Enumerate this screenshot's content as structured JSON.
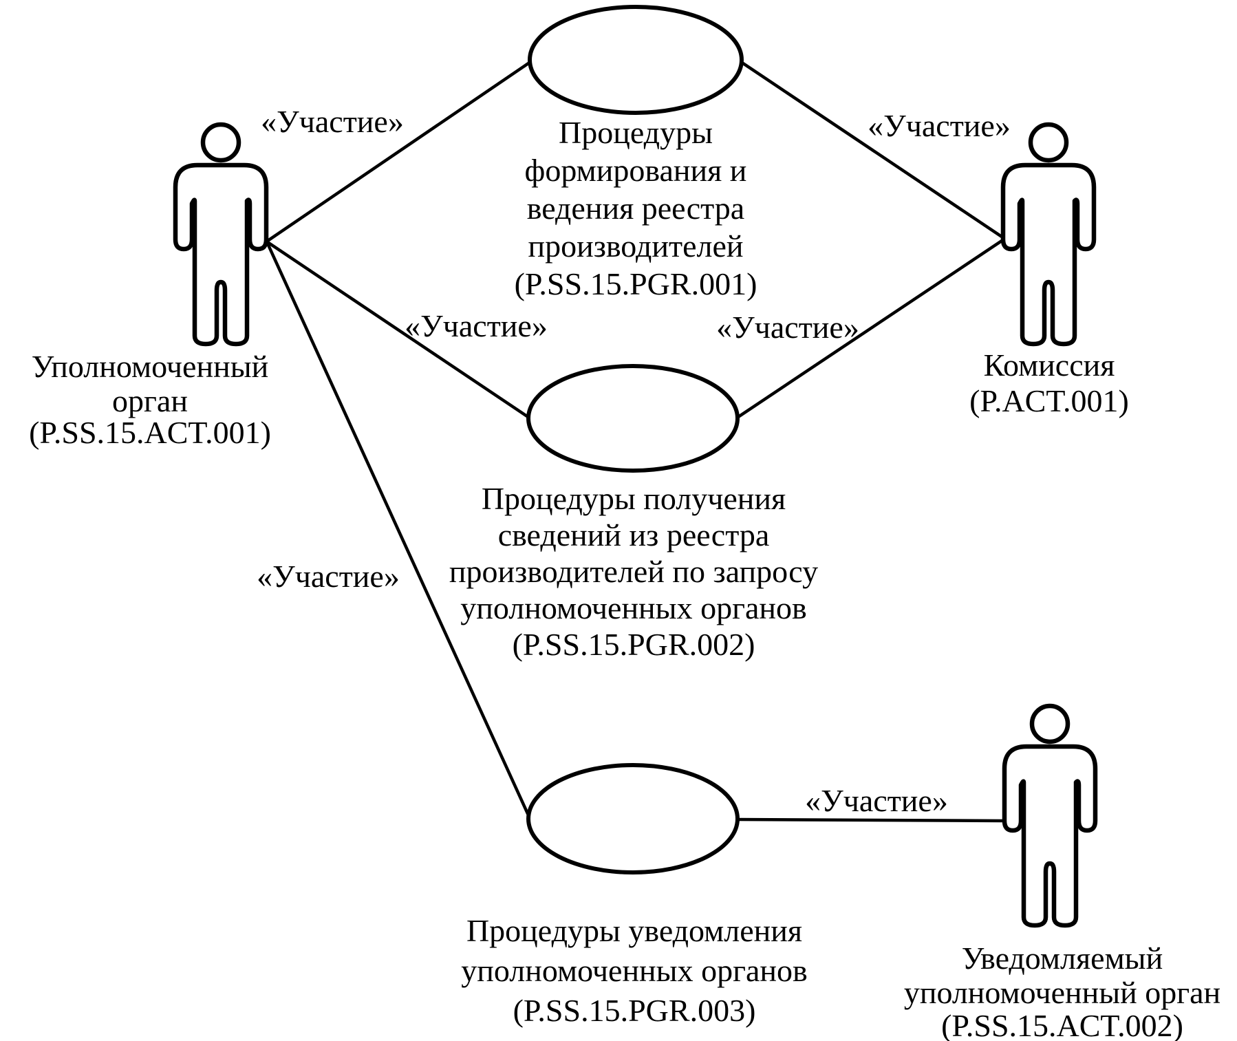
{
  "diagram": {
    "colors": {
      "ink": "#000000",
      "background": "#ffffff"
    },
    "actors": [
      {
        "id": "actor-1",
        "label_lines": [
          "Уполномоченный",
          "орган",
          "(P.SS.15.ACT.001)"
        ]
      },
      {
        "id": "actor-2",
        "label_lines": [
          "Комиссия",
          "(P.ACT.001)"
        ]
      },
      {
        "id": "actor-3",
        "label_lines": [
          "Уведомляемый",
          "уполномоченный орган",
          "(P.SS.15.ACT.002)"
        ]
      }
    ],
    "use_cases": [
      {
        "id": "uc-1",
        "label_lines": [
          "Процедуры",
          "формирования и",
          "ведения реестра",
          "производителей",
          "(P.SS.15.PGR.001)"
        ]
      },
      {
        "id": "uc-2",
        "label_lines": [
          "Процедуры получения",
          "сведений из реестра",
          "производителей по запросу",
          "уполномоченных органов",
          "(P.SS.15.PGR.002)"
        ]
      },
      {
        "id": "uc-3",
        "label_lines": [
          "Процедуры уведомления",
          "уполномоченных органов",
          "(P.SS.15.PGR.003)"
        ]
      }
    ],
    "edges": [
      {
        "from": "actor-1",
        "to": "uc-1",
        "label": "«Участие»"
      },
      {
        "from": "uc-1",
        "to": "actor-2",
        "label": "«Участие»"
      },
      {
        "from": "actor-1",
        "to": "uc-2",
        "label": "«Участие»"
      },
      {
        "from": "uc-2",
        "to": "actor-2",
        "label": "«Участие»"
      },
      {
        "from": "actor-1",
        "to": "uc-3",
        "label": "«Участие»"
      },
      {
        "from": "uc-3",
        "to": "actor-3",
        "label": "«Участие»"
      }
    ]
  }
}
